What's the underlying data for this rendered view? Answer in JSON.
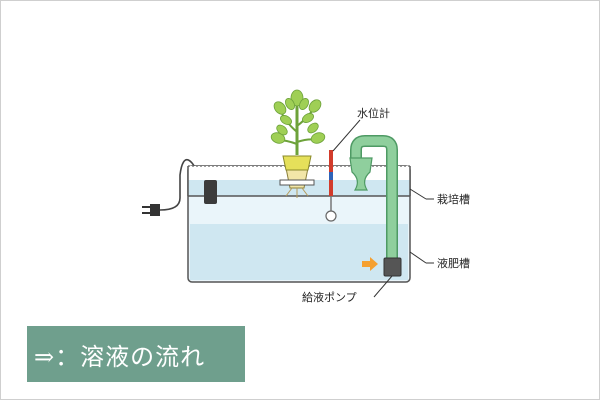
{
  "labels": {
    "water_gauge": "水位計",
    "cultivation_tank": "栽培槽",
    "nutrient_tank": "液肥槽",
    "feed_pump": "給液ポンプ"
  },
  "legend": {
    "text": "⇒：溶液の流れ"
  },
  "colors": {
    "water": "#cfe7f1",
    "water_light": "#e7f3f8",
    "pipe": "#8fcf9d",
    "pipe_stroke": "#4e9a64",
    "tank_stroke": "#555555",
    "flow_arrow": "#f5a030",
    "legend_bg": "#6f9f8d",
    "plant_leaf": "#9fcf55",
    "plant_stem": "#6da23a"
  },
  "icons": [
    "plant",
    "float-gauge",
    "pump",
    "plug",
    "flow-arrow"
  ]
}
